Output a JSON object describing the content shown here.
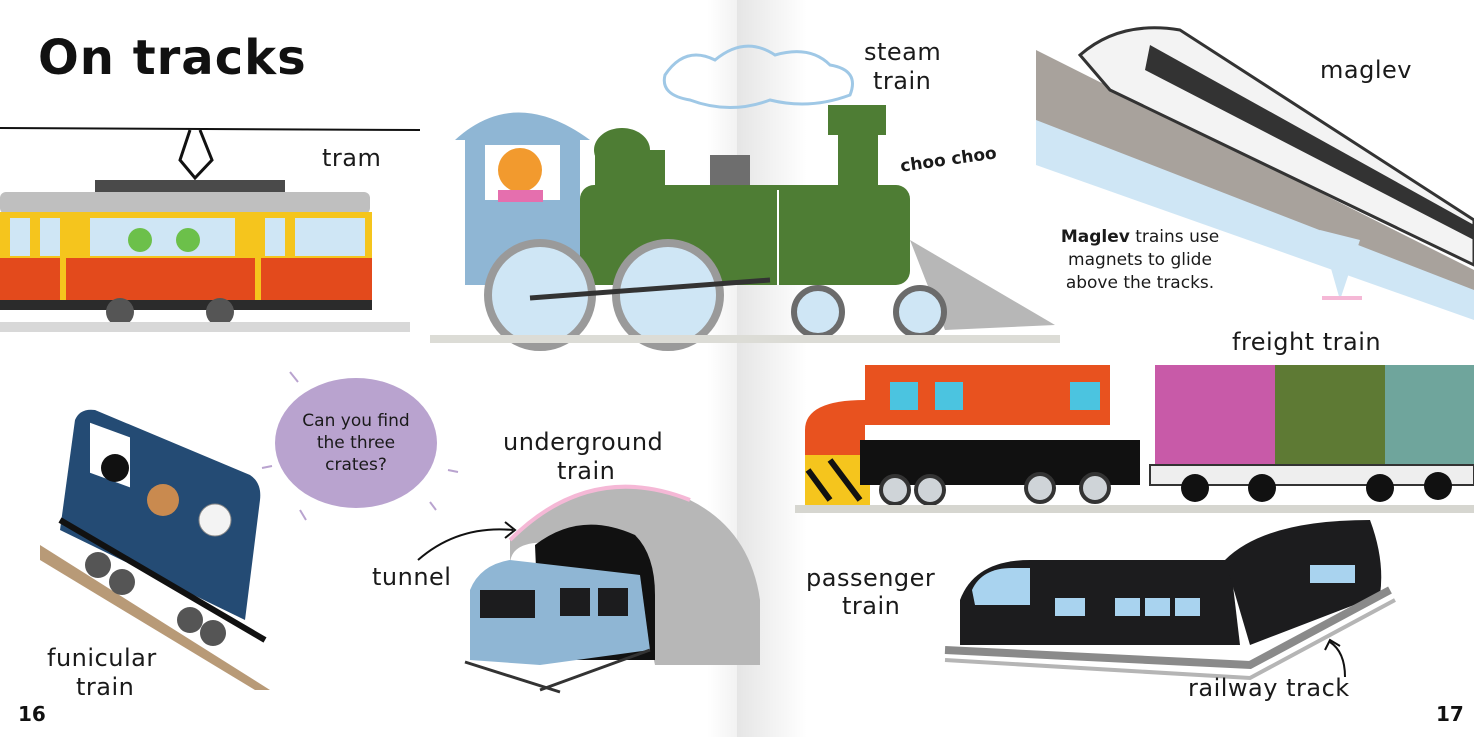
{
  "title": "On tracks",
  "labels": {
    "tram": "tram",
    "steam_train_1": "steam",
    "steam_train_2": "train",
    "maglev": "maglev",
    "choo": "choo choo",
    "maglev_note_bold": "Maglev",
    "maglev_note_1": " trains use",
    "maglev_note_2": "magnets to glide",
    "maglev_note_3": "above the tracks.",
    "freight_train": "freight train",
    "bubble_1": "Can you find",
    "bubble_2": "the three",
    "bubble_3": "crates?",
    "underground_1": "underground",
    "underground_2": "train",
    "tunnel": "tunnel",
    "funicular_1": "funicular",
    "funicular_2": "train",
    "passenger_1": "passenger",
    "passenger_2": "train",
    "railway_track": "railway track"
  },
  "page_numbers": {
    "left": "16",
    "right": "17"
  },
  "colors": {
    "tram_yellow": "#f5c51d",
    "tram_red": "#e34a1c",
    "steam_green": "#4e7d34",
    "cab_blue": "#8fb6d4",
    "maglev_grey": "#a8a29c",
    "freight_orange": "#e8521f",
    "funicular_blue": "#244b74",
    "bubble_purple": "#b9a3cf",
    "passenger_black": "#1c1c1e"
  }
}
